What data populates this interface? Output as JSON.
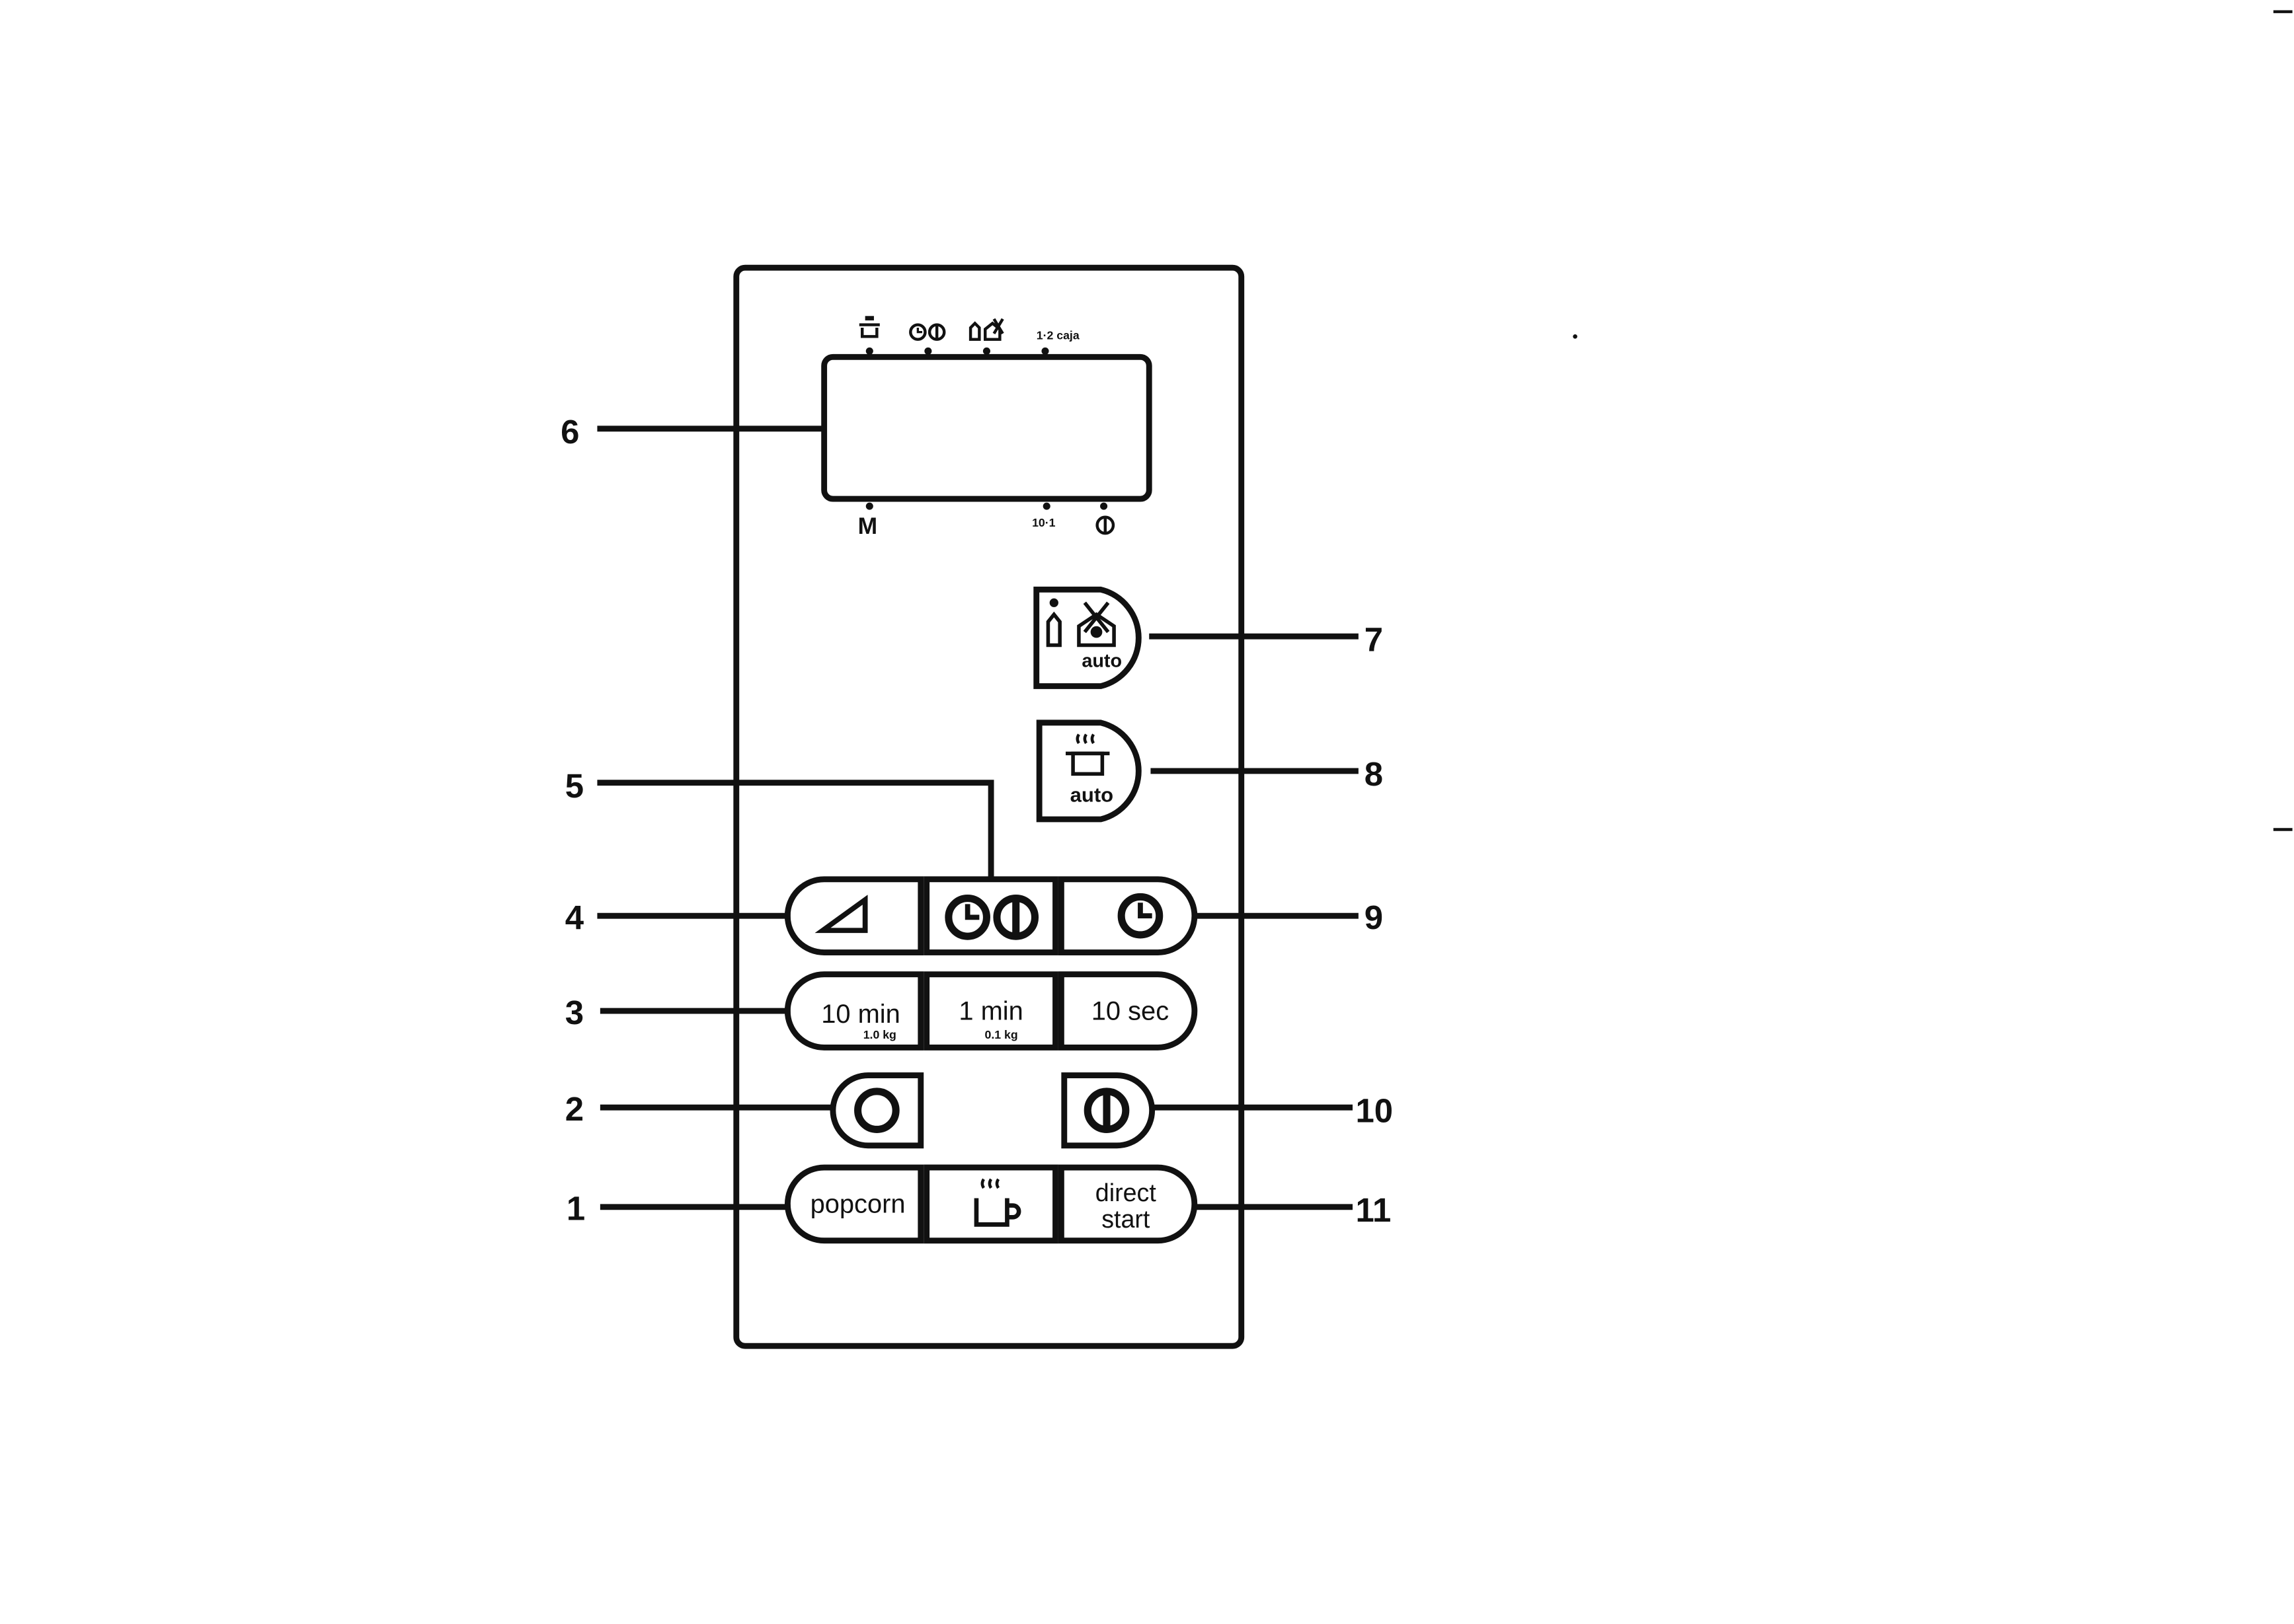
{
  "callouts": {
    "c1": "1",
    "c2": "2",
    "c3": "3",
    "c4": "4",
    "c5": "5",
    "c6": "6",
    "c7": "7",
    "c8": "8",
    "c9": "9",
    "c10": "10",
    "c11": "11"
  },
  "display": {
    "top_indicators": [
      "plate-icon",
      "timer-start-icon",
      "defrost-icon",
      "1-2 caja"
    ],
    "top_text": "1·2 caja",
    "bottom_m": "M",
    "bottom_weight": "10·1",
    "bottom_start_icon": "start-icon"
  },
  "buttons": {
    "defrost_auto": {
      "icon": "defrost-auto-icon",
      "sub": "auto"
    },
    "cook_auto": {
      "icon": "steaming-pot-icon",
      "sub": "auto"
    },
    "power": {
      "icon": "power-wedge-icon"
    },
    "timer_start": {
      "icon": "clock-start-icon"
    },
    "clock": {
      "icon": "clock-icon"
    },
    "ten_min": {
      "label": "10 min",
      "sub": "1.0 kg"
    },
    "one_min": {
      "label": "1 min",
      "sub": "0.1 kg"
    },
    "ten_sec": {
      "label": "10 sec"
    },
    "stop": {
      "icon": "stop-circle-icon"
    },
    "start": {
      "icon": "start-circle-icon"
    },
    "popcorn": {
      "label": "popcorn"
    },
    "beverage": {
      "icon": "hot-cup-icon"
    },
    "direct_start": {
      "label_line1": "direct",
      "label_line2": "start"
    }
  },
  "colors": {
    "ink": "#111111",
    "paper": "#ffffff"
  }
}
